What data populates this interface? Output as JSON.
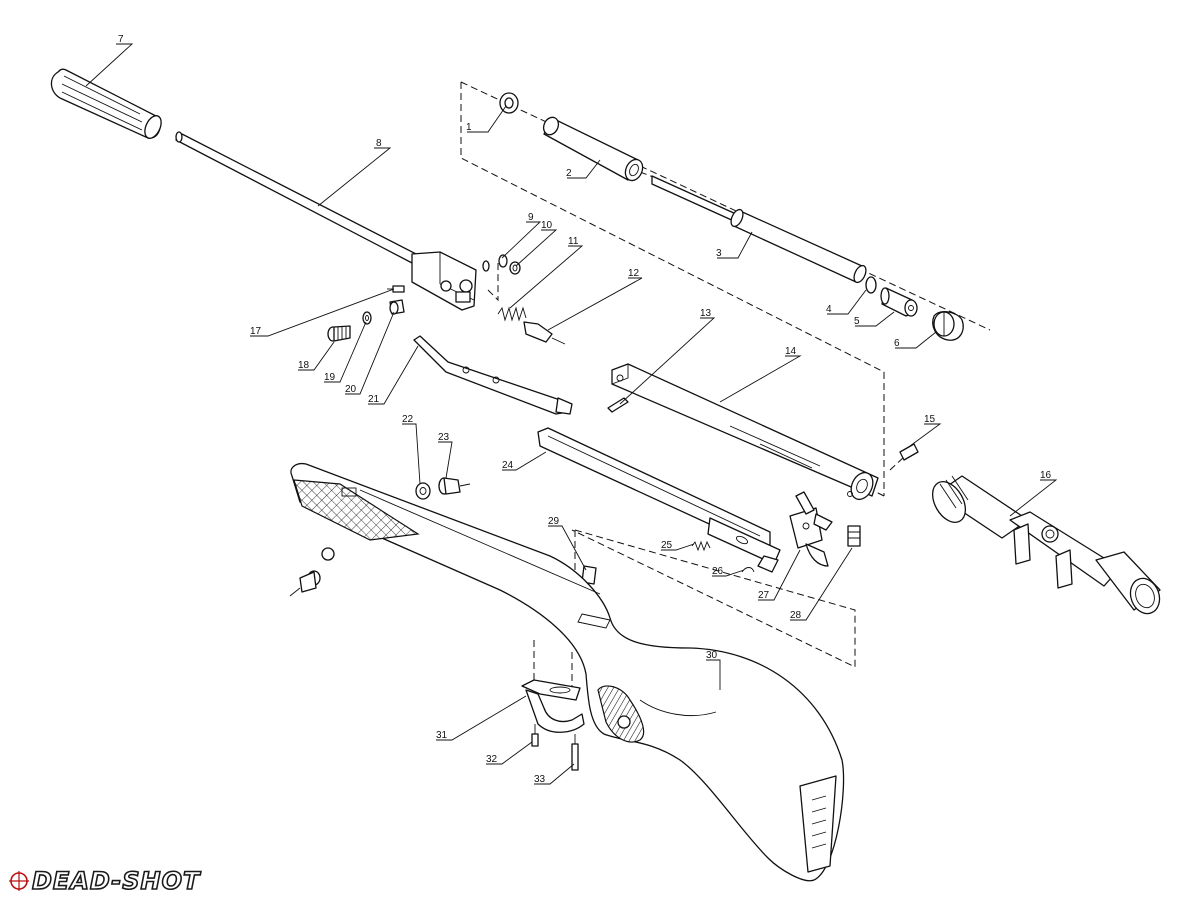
{
  "parts": [
    {
      "id": "1",
      "label": "1"
    },
    {
      "id": "2",
      "label": "2"
    },
    {
      "id": "3",
      "label": "3"
    },
    {
      "id": "4",
      "label": "4"
    },
    {
      "id": "5",
      "label": "5"
    },
    {
      "id": "6",
      "label": "6"
    },
    {
      "id": "7",
      "label": "7"
    },
    {
      "id": "8",
      "label": "8"
    },
    {
      "id": "9",
      "label": "9"
    },
    {
      "id": "10",
      "label": "10"
    },
    {
      "id": "11",
      "label": "11"
    },
    {
      "id": "12",
      "label": "12"
    },
    {
      "id": "13",
      "label": "13"
    },
    {
      "id": "14",
      "label": "14"
    },
    {
      "id": "15",
      "label": "15"
    },
    {
      "id": "16",
      "label": "16"
    },
    {
      "id": "17",
      "label": "17"
    },
    {
      "id": "18",
      "label": "18"
    },
    {
      "id": "19",
      "label": "19"
    },
    {
      "id": "20",
      "label": "20"
    },
    {
      "id": "21",
      "label": "21"
    },
    {
      "id": "22",
      "label": "22"
    },
    {
      "id": "23",
      "label": "23"
    },
    {
      "id": "24",
      "label": "24"
    },
    {
      "id": "25",
      "label": "25"
    },
    {
      "id": "26",
      "label": "26"
    },
    {
      "id": "27",
      "label": "27"
    },
    {
      "id": "28",
      "label": "28"
    },
    {
      "id": "29",
      "label": "29"
    },
    {
      "id": "30",
      "label": "30"
    },
    {
      "id": "31",
      "label": "31"
    },
    {
      "id": "32",
      "label": "32"
    },
    {
      "id": "33",
      "label": "33"
    }
  ],
  "watermark": {
    "text": "DEAD-SHOT"
  }
}
